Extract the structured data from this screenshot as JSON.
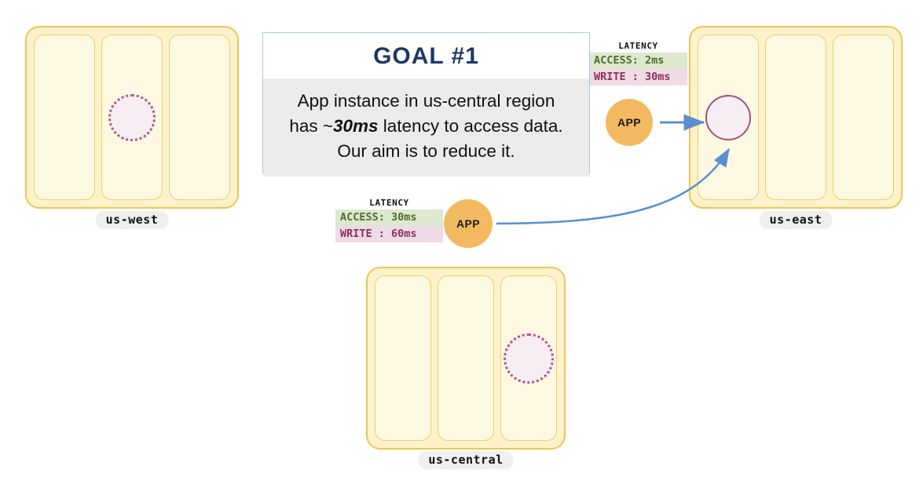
{
  "regions": [
    {
      "id": "us-west",
      "label": "us-west",
      "zones": [
        "zone-a",
        "zone-b",
        "zone-c"
      ],
      "replica": {
        "zone_index": 1,
        "style": "dotted"
      }
    },
    {
      "id": "us-east",
      "label": "us-east",
      "zones": [
        "zone-a",
        "zone-b",
        "zone-c"
      ],
      "replica": {
        "zone_index": 0,
        "style": "solid"
      }
    },
    {
      "id": "us-central",
      "label": "us-central",
      "zones": [
        "zone-a",
        "zone-b",
        "zone-c"
      ],
      "replica": {
        "zone_index": 2,
        "style": "dotted"
      }
    }
  ],
  "apps": [
    {
      "id": "app-us-east",
      "label": "APP"
    },
    {
      "id": "app-us-central",
      "label": "APP"
    }
  ],
  "latency_panels": [
    {
      "id": "latency-us-east",
      "title": "LATENCY",
      "rows": [
        {
          "key": "ACCESS:",
          "value": "2ms",
          "text": "ACCESS: 2ms",
          "kind": "access"
        },
        {
          "key": "WRITE :",
          "value": "30ms",
          "text": "WRITE : 30ms",
          "kind": "write"
        }
      ]
    },
    {
      "id": "latency-us-central",
      "title": "LATENCY",
      "rows": [
        {
          "key": "ACCESS:",
          "value": "30ms",
          "text": "ACCESS: 30ms",
          "kind": "access"
        },
        {
          "key": "WRITE :",
          "value": "60ms",
          "text": "WRITE : 60ms",
          "kind": "write"
        }
      ]
    }
  ],
  "goal": {
    "title": "GOAL  #1",
    "line1": "App instance in us-central region",
    "line2_prefix": "has ~",
    "line2_emphasis": "30ms",
    "line2_suffix": " latency to access data.",
    "line3": "Our aim is to reduce it."
  },
  "colors": {
    "region_border": "#ecc74e",
    "region_fill": "#fdf2cc",
    "zone_fill": "#fdf8e2",
    "zone_border": "#edcf62",
    "app_fill": "#f2b961",
    "replica_border": "#a4527c",
    "replica_fill": "#f6eef3",
    "arrow": "#5b8fd0",
    "goal_border": "#a9c9e9",
    "goal_title": "#1f3864",
    "goal_body_bg": "#ebebeb",
    "access_bg": "#dde8cf",
    "access_text": "#4f6e2c",
    "write_bg": "#efdbe6",
    "write_text": "#8c2f5d",
    "label_pill_bg": "#efefef"
  },
  "edges": [
    {
      "id": "edge-app-east-to-replica-east",
      "from": "app-us-east",
      "to": "replica-us-east",
      "shape": "straight"
    },
    {
      "id": "edge-app-central-to-replica-east",
      "from": "app-us-central",
      "to": "replica-us-east",
      "shape": "curved"
    }
  ]
}
